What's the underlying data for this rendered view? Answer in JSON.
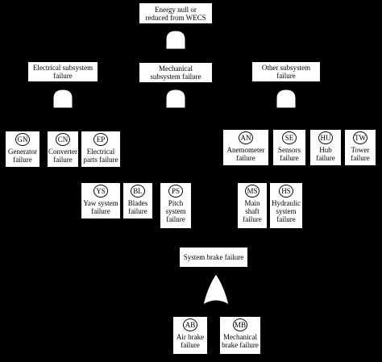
{
  "top_event": {
    "label": "Energy null or\nreduced from WECS"
  },
  "subsystems": [
    {
      "id": "electrical",
      "label": "Electrical subsystem\nfailure"
    },
    {
      "id": "mechanical",
      "label": "Mechanical\nsubsystem failure"
    },
    {
      "id": "other",
      "label": "Other subsystem\nfailure"
    }
  ],
  "electrical_events": [
    {
      "code": "GN",
      "label": "Generator\nfailure"
    },
    {
      "code": "CN",
      "label": "Converter\nfailure"
    },
    {
      "code": "EP",
      "label": "Electrical\nparts failure"
    }
  ],
  "other_events": [
    {
      "code": "AN",
      "label": "Anemometer\nfailure"
    },
    {
      "code": "SE",
      "label": "Sensors\nfailure"
    },
    {
      "code": "HU",
      "label": "Hub\nfailure"
    },
    {
      "code": "TW",
      "label": "Tower\nfailure"
    }
  ],
  "mechanical_left_events": [
    {
      "code": "YS",
      "label": "Yaw system\nfailure"
    },
    {
      "code": "BL",
      "label": "Blades\nfailure"
    },
    {
      "code": "PS",
      "label": "Pitch\nsystem\nfailure"
    }
  ],
  "mechanical_right_events": [
    {
      "code": "MS",
      "label": "Main\nshaft\nfailure"
    },
    {
      "code": "HS",
      "label": "Hydraulic\nsystem\nfailure"
    }
  ],
  "brake_event": {
    "label": "System brake failure"
  },
  "brake_events": [
    {
      "code": "AB",
      "label": "Air brake\nfailure"
    },
    {
      "code": "MB",
      "label": "Mechanical\nbrake failure"
    }
  ]
}
